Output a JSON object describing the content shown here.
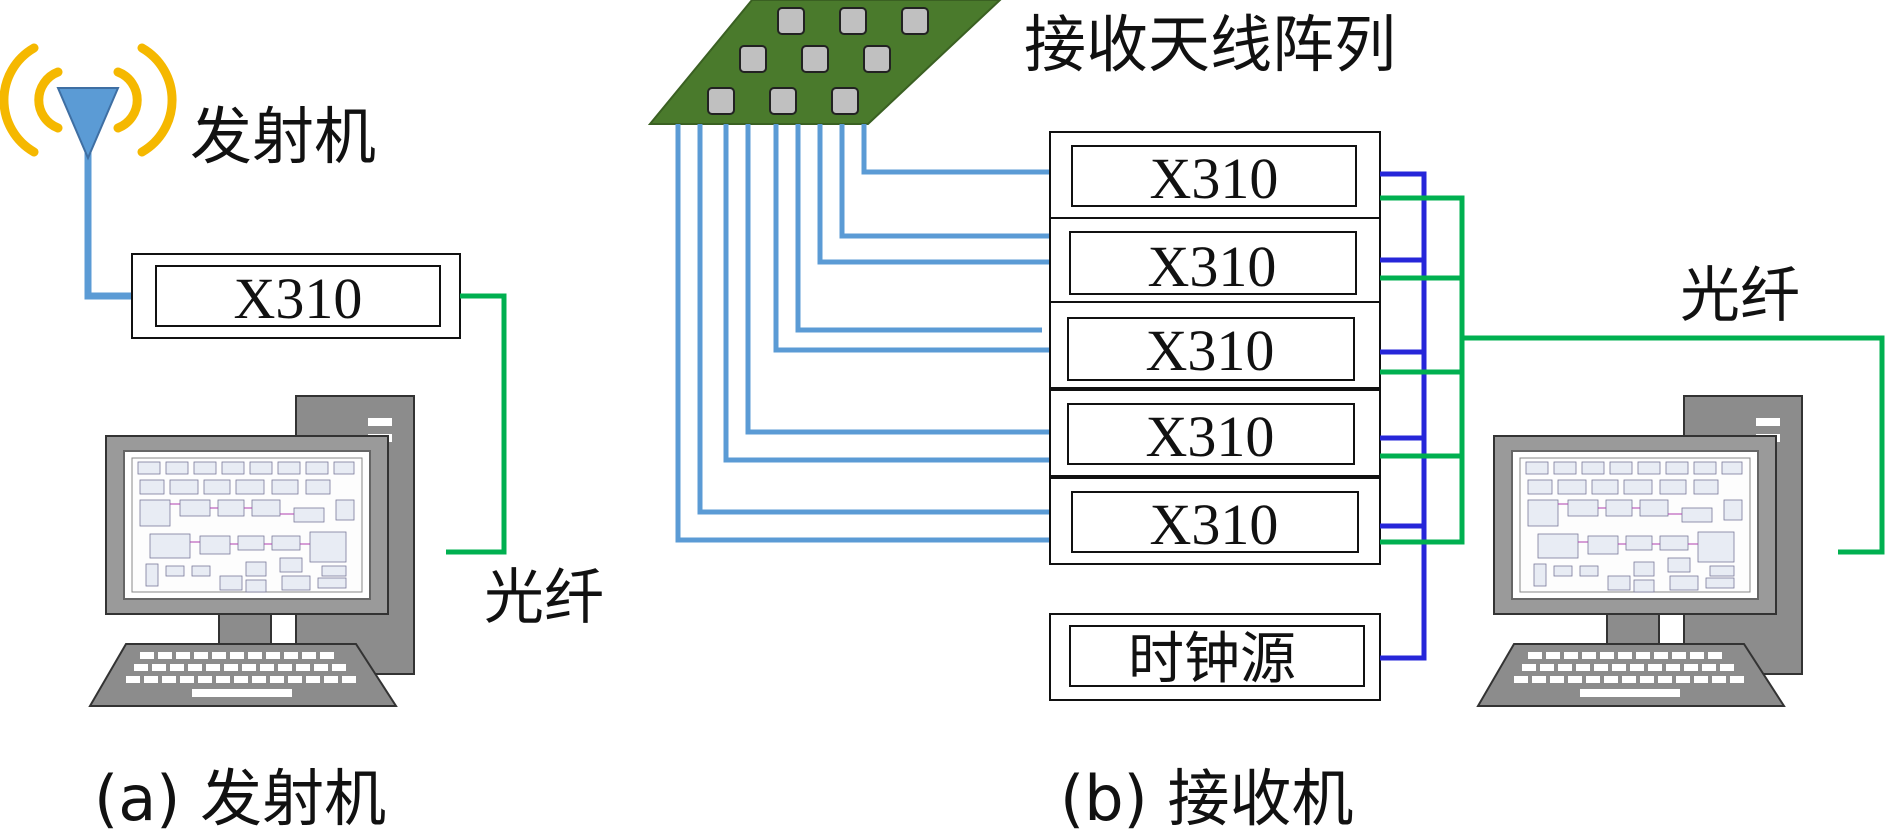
{
  "transmitter": {
    "label": "发射机",
    "device": "X310",
    "fiber_label": "光纤",
    "caption": "(a) 发射机"
  },
  "receiver": {
    "array_label": "接收天线阵列",
    "devices": [
      "X310",
      "X310",
      "X310",
      "X310",
      "X310"
    ],
    "clock_label": "时钟源",
    "fiber_label": "光纤",
    "caption": "(b) 接收机"
  },
  "colors": {
    "rf_cable": "#5b9bd5",
    "fiber": "#00b050",
    "clock_cable": "#2626d9",
    "antenna_board": "#4a7a2c",
    "antenna_waves": "#f5b800",
    "antenna": "#5b9bd5"
  }
}
